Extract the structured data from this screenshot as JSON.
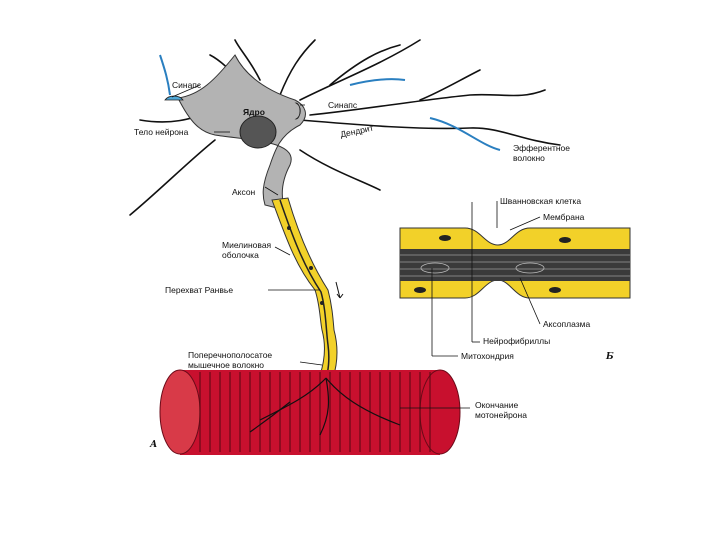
{
  "labels": {
    "synapse_top": "Синапс",
    "neuron_body": "Тело нейрона",
    "nucleus": "Ядро",
    "synapse_right": "Синапс",
    "dendrite": "Дендрит",
    "efferent": "Эфферентное\nволокно",
    "axon": "Аксон",
    "myelin": "Миелиновая\nоболочка",
    "ranvier": "Перехват Ранвье",
    "muscle_fiber": "Поперечнополосатое\nмышечное волокно",
    "motor_ending": "Окончание\nмотонейрона",
    "schwann": "Шванновская клетка",
    "membrane": "Мембрана",
    "axoplasm": "Аксоплазма",
    "neurofibrils": "Нейрофибриллы",
    "mitochondria": "Митохондрия",
    "panel_a": "А",
    "panel_b": "Б"
  },
  "colors": {
    "soma": "#b3b3b3",
    "myelin": "#f2d129",
    "muscle": "#c8102e",
    "synapse": "#4fa8d8",
    "nucleus": "#555555",
    "axoplasm": "#3a3a3a"
  }
}
